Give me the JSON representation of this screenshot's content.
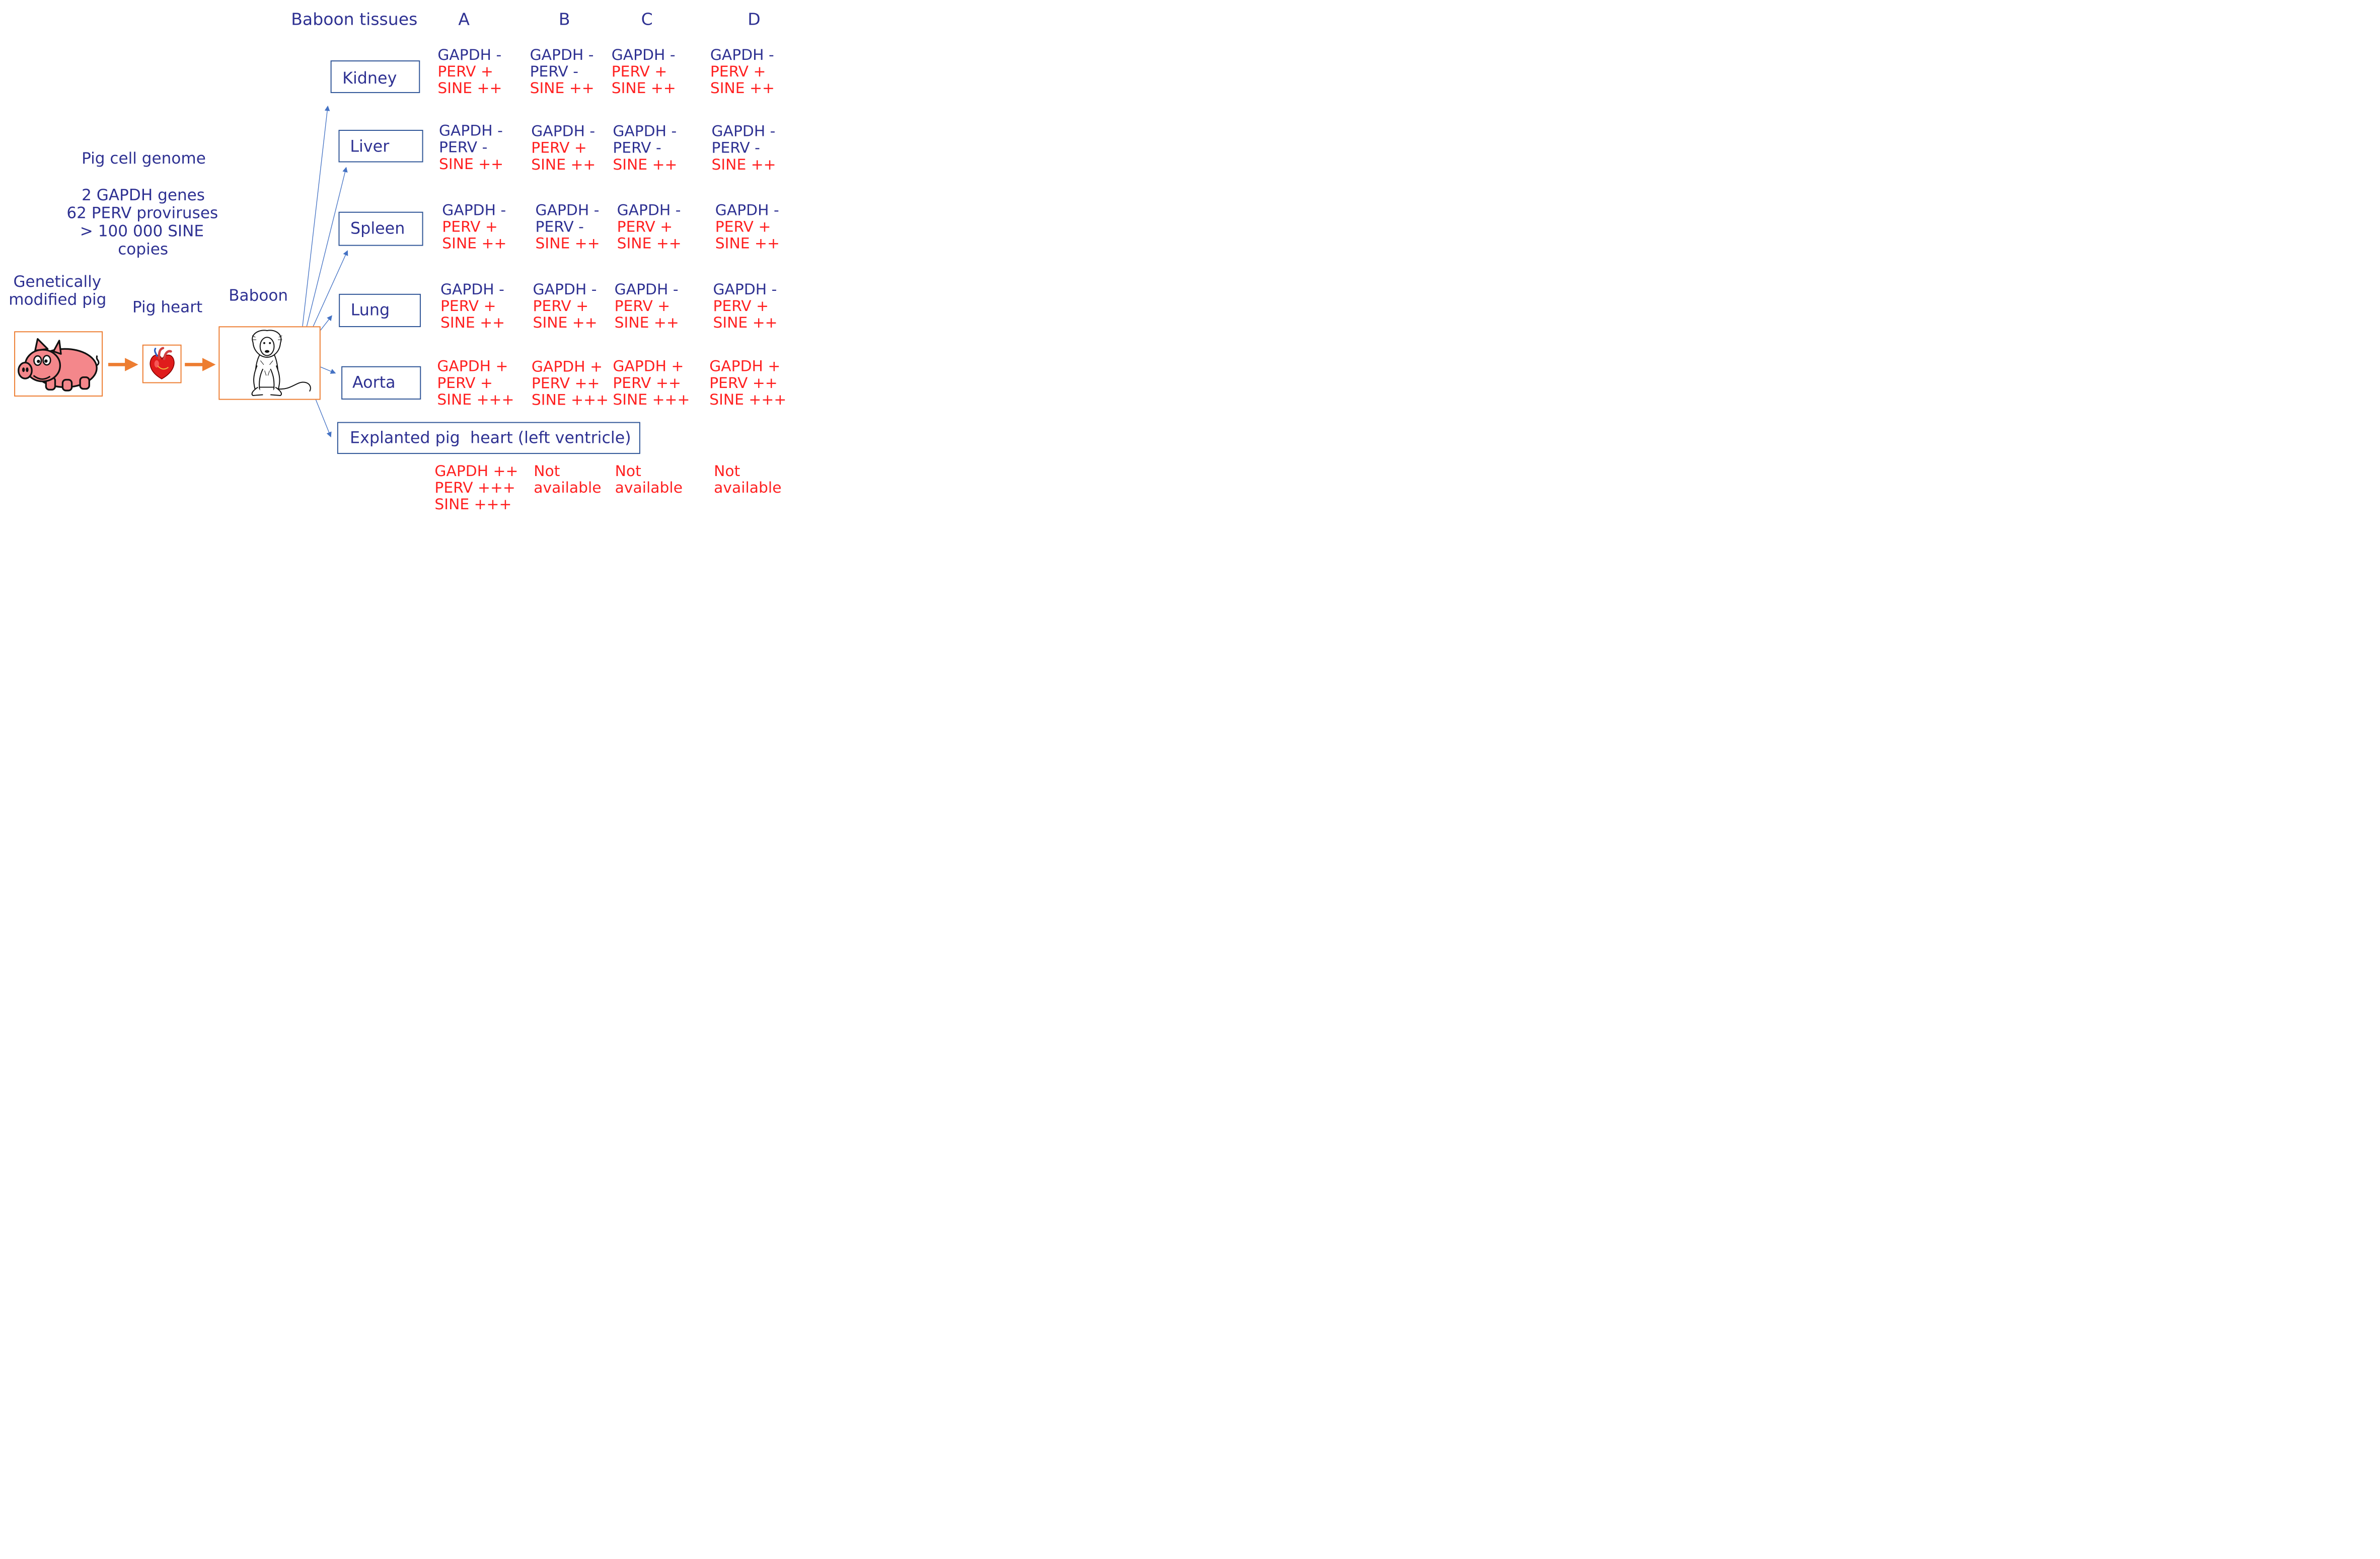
{
  "header": {
    "title": "Baboon tissues",
    "columns": [
      "A",
      "B",
      "C",
      "D"
    ]
  },
  "left": {
    "genome_title": "Pig cell genome",
    "genome_lines": [
      "2 GAPDH genes",
      "62 PERV proviruses",
      "> 100 000 SINE",
      "copies"
    ],
    "pig_label": [
      "Genetically",
      "modified pig"
    ],
    "heart_label": "Pig heart",
    "baboon_label": "Baboon"
  },
  "tissues": [
    "Kidney",
    "Liver",
    "Spleen",
    "Lung",
    "Aorta",
    "Explanted pig  heart (left ventricle)"
  ],
  "colors": {
    "navy": "#2e3192",
    "red": "#ff2020",
    "box_border": "#2f5597",
    "orange": "#ed7d31",
    "pig": "#f08080"
  },
  "results": [
    {
      "tissue": "Kidney",
      "A": [
        {
          "t": "GAPDH -",
          "pos": false
        },
        {
          "t": "PERV +",
          "pos": true
        },
        {
          "t": "SINE ++",
          "pos": true
        }
      ],
      "B": [
        {
          "t": "GAPDH -",
          "pos": false
        },
        {
          "t": "PERV -",
          "pos": false
        },
        {
          "t": "SINE ++",
          "pos": true
        }
      ],
      "C": [
        {
          "t": "GAPDH -",
          "pos": false
        },
        {
          "t": "PERV +",
          "pos": true
        },
        {
          "t": "SINE ++",
          "pos": true
        }
      ],
      "D": [
        {
          "t": "GAPDH -",
          "pos": false
        },
        {
          "t": "PERV +",
          "pos": true
        },
        {
          "t": "SINE ++",
          "pos": true
        }
      ]
    },
    {
      "tissue": "Liver",
      "A": [
        {
          "t": "GAPDH -",
          "pos": false
        },
        {
          "t": "PERV -",
          "pos": false
        },
        {
          "t": "SINE ++",
          "pos": true
        }
      ],
      "B": [
        {
          "t": "GAPDH -",
          "pos": false
        },
        {
          "t": "PERV +",
          "pos": true
        },
        {
          "t": "SINE ++",
          "pos": true
        }
      ],
      "C": [
        {
          "t": "GAPDH -",
          "pos": false
        },
        {
          "t": "PERV -",
          "pos": false
        },
        {
          "t": "SINE ++",
          "pos": true
        }
      ],
      "D": [
        {
          "t": "GAPDH -",
          "pos": false
        },
        {
          "t": "PERV -",
          "pos": false
        },
        {
          "t": "SINE ++",
          "pos": true
        }
      ]
    },
    {
      "tissue": "Spleen",
      "A": [
        {
          "t": "GAPDH -",
          "pos": false
        },
        {
          "t": "PERV +",
          "pos": true
        },
        {
          "t": "SINE ++",
          "pos": true
        }
      ],
      "B": [
        {
          "t": "GAPDH -",
          "pos": false
        },
        {
          "t": "PERV -",
          "pos": false
        },
        {
          "t": "SINE ++",
          "pos": true
        }
      ],
      "C": [
        {
          "t": "GAPDH -",
          "pos": false
        },
        {
          "t": "PERV +",
          "pos": true
        },
        {
          "t": "SINE ++",
          "pos": true
        }
      ],
      "D": [
        {
          "t": "GAPDH -",
          "pos": false
        },
        {
          "t": "PERV +",
          "pos": true
        },
        {
          "t": "SINE ++",
          "pos": true
        }
      ]
    },
    {
      "tissue": "Lung",
      "A": [
        {
          "t": "GAPDH -",
          "pos": false
        },
        {
          "t": "PERV +",
          "pos": true
        },
        {
          "t": "SINE ++",
          "pos": true
        }
      ],
      "B": [
        {
          "t": "GAPDH -",
          "pos": false
        },
        {
          "t": "PERV +",
          "pos": true
        },
        {
          "t": "SINE ++",
          "pos": true
        }
      ],
      "C": [
        {
          "t": "GAPDH -",
          "pos": false
        },
        {
          "t": "PERV +",
          "pos": true
        },
        {
          "t": "SINE ++",
          "pos": true
        }
      ],
      "D": [
        {
          "t": "GAPDH -",
          "pos": false
        },
        {
          "t": "PERV +",
          "pos": true
        },
        {
          "t": "SINE ++",
          "pos": true
        }
      ]
    },
    {
      "tissue": "Aorta",
      "A": [
        {
          "t": "GAPDH +",
          "pos": true
        },
        {
          "t": "PERV +",
          "pos": true
        },
        {
          "t": "SINE +++",
          "pos": true
        }
      ],
      "B": [
        {
          "t": "GAPDH +",
          "pos": true
        },
        {
          "t": "PERV ++",
          "pos": true
        },
        {
          "t": "SINE +++",
          "pos": true
        }
      ],
      "C": [
        {
          "t": "GAPDH +",
          "pos": true
        },
        {
          "t": "PERV ++",
          "pos": true
        },
        {
          "t": "SINE +++",
          "pos": true
        }
      ],
      "D": [
        {
          "t": "GAPDH +",
          "pos": true
        },
        {
          "t": "PERV ++",
          "pos": true
        },
        {
          "t": "SINE +++",
          "pos": true
        }
      ]
    },
    {
      "tissue": "Explanted pig heart",
      "A": [
        {
          "t": "GAPDH ++",
          "pos": true
        },
        {
          "t": "PERV +++",
          "pos": true
        },
        {
          "t": "SINE +++",
          "pos": true
        }
      ],
      "B": [
        {
          "t": "Not",
          "pos": true
        },
        {
          "t": "available",
          "pos": true
        }
      ],
      "C": [
        {
          "t": "Not",
          "pos": true
        },
        {
          "t": "available",
          "pos": true
        }
      ],
      "D": [
        {
          "t": "Not",
          "pos": true
        },
        {
          "t": "available",
          "pos": true
        }
      ]
    }
  ]
}
